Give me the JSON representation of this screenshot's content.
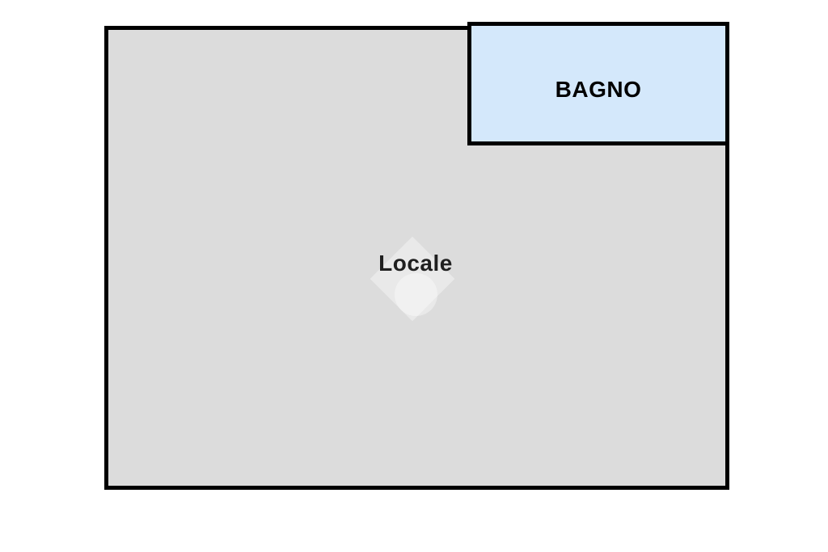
{
  "page": {
    "background_color": "#ffffff"
  },
  "floorplan": {
    "wall_color": "#000000",
    "rooms": [
      {
        "id": "locale",
        "label": "Locale",
        "fill": "#dcdcdc",
        "label_color": "#1f1f1f"
      },
      {
        "id": "bagno",
        "label": "BAGNO",
        "fill": "#d4e8fb",
        "label_color": "#000000"
      }
    ],
    "watermark": {
      "shapes": [
        "diamond-icon",
        "circle-icon"
      ],
      "color": "rgba(255,255,255,0.38)"
    }
  }
}
